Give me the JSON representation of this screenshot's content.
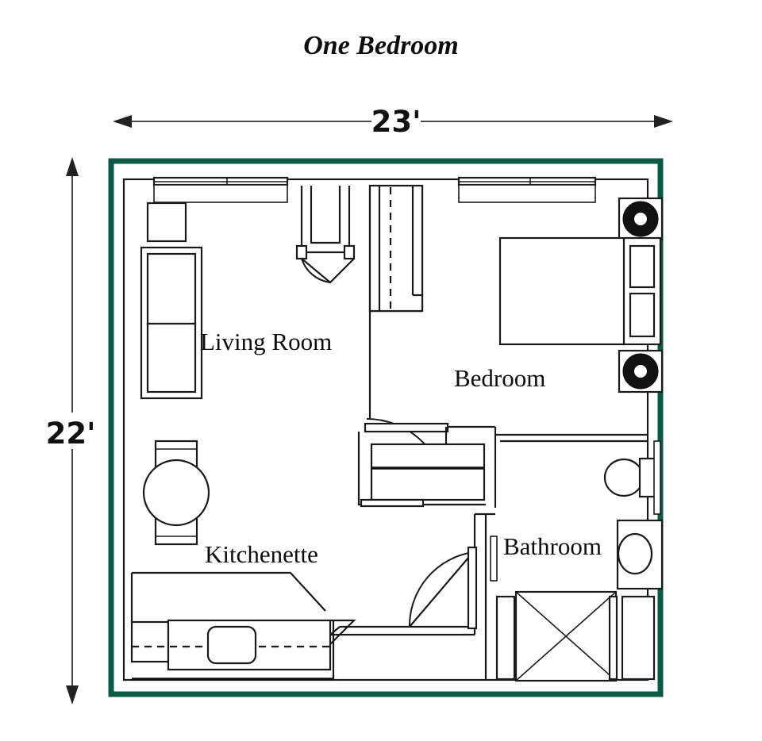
{
  "page": {
    "title": "One Bedroom",
    "background_color": "#ffffff",
    "wall_color": "#0b5a45",
    "line_color": "#1a1a1a"
  },
  "dimensions": {
    "width_label": "23'",
    "height_label": "22'",
    "width_arrow_name": "horizontal-dimension-arrow",
    "height_arrow_name": "vertical-dimension-arrow"
  },
  "rooms": [
    {
      "key": "living_room",
      "label": "Living Room"
    },
    {
      "key": "bedroom",
      "label": "Bedroom"
    },
    {
      "key": "kitchenette",
      "label": "Kitchenette"
    },
    {
      "key": "bathroom",
      "label": "Bathroom"
    }
  ],
  "labels": {
    "living_room": "Living Room",
    "bedroom": "Bedroom",
    "kitchenette": "Kitchenette",
    "bathroom": "Bathroom"
  },
  "fixtures": {
    "living_room": [
      "sofa",
      "side-table",
      "round-dining-table",
      "dining-chair-top",
      "dining-chair-bottom"
    ],
    "bedroom": [
      "bed",
      "pillow-upper",
      "pillow-lower",
      "nightstand-top",
      "nightstand-bottom",
      "lamp-top",
      "lamp-bottom"
    ],
    "kitchenette": [
      "counter",
      "sink",
      "appliance",
      "upper-cabinet"
    ],
    "bathroom": [
      "toilet",
      "vanity-sink",
      "shower",
      "towel-bar"
    ]
  },
  "openings": {
    "entry_door": "entry-door",
    "bedroom_door": "bedroom-door",
    "bathroom_door": "bathroom-door",
    "closet_entry": "entry-closet",
    "closet_hall": "hall-closet",
    "window_living": "living-room-window",
    "window_bedroom": "bedroom-window"
  }
}
